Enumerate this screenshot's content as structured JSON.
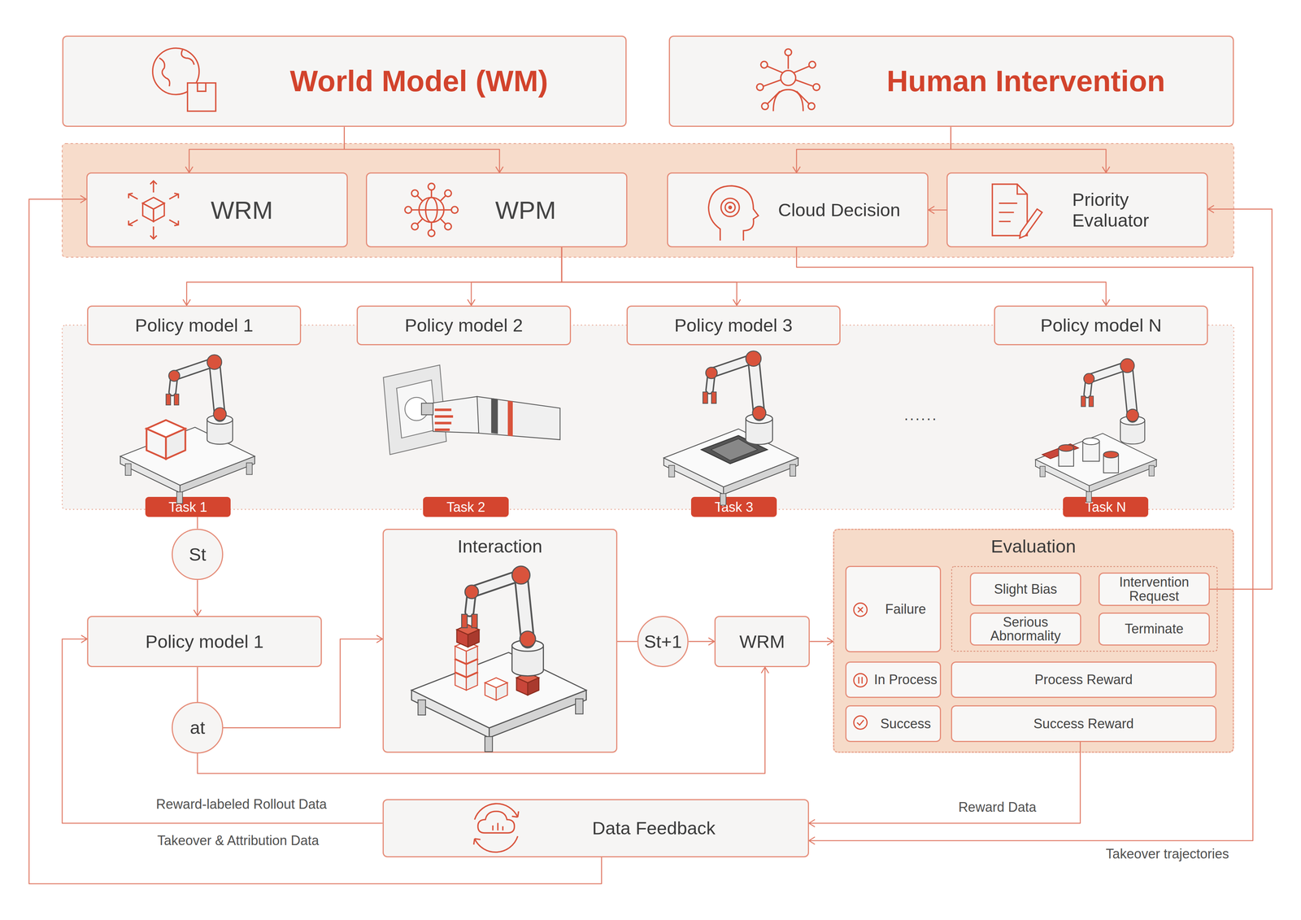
{
  "diagram": {
    "nodes": [
      {
        "text": [
          "World Model (WM)"
        ]
      },
      {
        "text": [
          "Human Intervention"
        ]
      },
      {
        "text": [
          "WRM"
        ]
      },
      {
        "text": [
          "WPM"
        ]
      },
      {
        "text": [
          "Cloud Decision"
        ]
      },
      {
        "text": [
          "Priority Evaluator"
        ]
      },
      {
        "text": [
          "Policy model 1"
        ]
      },
      {
        "text": [
          "Policy model 2"
        ]
      },
      {
        "text": [
          "Policy model 3"
        ]
      },
      {
        "text": [
          "Policy model N"
        ]
      },
      {
        "text": [
          "Task 1"
        ]
      },
      {
        "text": [
          "Task 2"
        ]
      },
      {
        "text": [
          "Task 3"
        ]
      },
      {
        "text": [
          "Task N"
        ]
      },
      {
        "text": [
          "St"
        ]
      },
      {
        "text": [
          "Policy model 1"
        ]
      },
      {
        "text": [
          "at"
        ]
      },
      {
        "text": [
          "Interaction"
        ]
      },
      {
        "text": [
          "St+1"
        ]
      },
      {
        "text": [
          "WRM"
        ]
      },
      {
        "text": [
          "Evaluation"
        ]
      },
      {
        "text": [
          "Failure"
        ],
        "in": 20
      },
      {
        "text": [
          "Slight Bias"
        ],
        "in": 20
      },
      {
        "text": [
          "Intervention Request"
        ],
        "in": 20
      },
      {
        "text": [
          "Serious Abnormality"
        ],
        "in": 20
      },
      {
        "text": [
          "Terminate"
        ],
        "in": 20
      },
      {
        "text": [
          "In Process"
        ],
        "in": 20
      },
      {
        "text": [
          "Process Reward"
        ],
        "in": 20
      },
      {
        "text": [
          "Success"
        ],
        "in": 20
      },
      {
        "text": [
          "Success Reward"
        ],
        "in": 20
      },
      {
        "text": [
          "Data Feedback"
        ]
      }
    ],
    "edges": [
      {
        "from": 0,
        "to": 2,
        "arrow": "to"
      },
      {
        "from": 0,
        "to": 3,
        "arrow": "to"
      },
      {
        "from": 1,
        "to": 4,
        "arrow": "to"
      },
      {
        "from": 1,
        "to": 5,
        "arrow": "to"
      },
      {
        "from": 5,
        "to": 4,
        "arrow": "to"
      },
      {
        "from": 3,
        "to": 6,
        "arrow": "to"
      },
      {
        "from": 3,
        "to": 7,
        "arrow": "to"
      },
      {
        "from": 3,
        "to": 8,
        "arrow": "to"
      },
      {
        "from": 3,
        "to": 9,
        "arrow": "to"
      },
      {
        "from": 10,
        "to": 14,
        "arrow": "none"
      },
      {
        "from": 14,
        "to": 15,
        "arrow": "to"
      },
      {
        "from": 15,
        "to": 16,
        "arrow": "none"
      },
      {
        "from": 16,
        "to": 17,
        "arrow": "to"
      },
      {
        "from": 16,
        "to": 19,
        "arrow": "to"
      },
      {
        "from": 17,
        "to": 18,
        "arrow": "none"
      },
      {
        "from": 18,
        "to": 19,
        "arrow": "to"
      },
      {
        "from": 19,
        "to": 20,
        "arrow": "to"
      },
      {
        "from": 23,
        "to": 5,
        "arrow": "to"
      },
      {
        "from": 4,
        "to": 30,
        "label": "Takeover trajectories",
        "arrow": "to"
      },
      {
        "from": 29,
        "to": 30,
        "label": "Reward Data",
        "arrow": "to"
      },
      {
        "from": 30,
        "to": 15,
        "label": "Reward-labeled Rollout Data",
        "arrow": "to"
      },
      {
        "from": 30,
        "to": 2,
        "label": "Takeover & Attribution Data",
        "arrow": "to"
      }
    ],
    "labels": [
      "......"
    ]
  }
}
